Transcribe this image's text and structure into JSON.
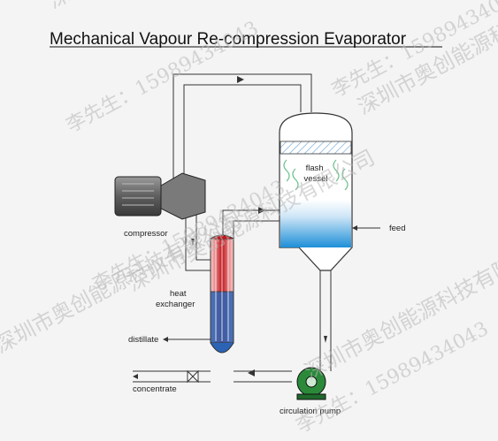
{
  "title": "Mechanical Vapour Re-compression Evaporator",
  "labels": {
    "flash_vessel": "flash\nvessel",
    "feed": "feed",
    "compressor": "compressor",
    "heat_exchanger": "heat\nexchanger",
    "distillate": "distillate",
    "concentrate": "concentrate",
    "circulation_pump": "circulation pump"
  },
  "watermark": {
    "company": "深圳市奥创能源科技有限公司",
    "contact": "李先生：15989434043"
  },
  "colors": {
    "vessel_liquid_top": "#ffffff",
    "vessel_liquid_bottom": "#1e8fd8",
    "exchanger_red": "#c0171b",
    "exchanger_blue": "#2b63b5",
    "pump_green": "#2a8a3a",
    "compressor_gray": "#6c6c6c",
    "pipe": "#ffffff"
  }
}
